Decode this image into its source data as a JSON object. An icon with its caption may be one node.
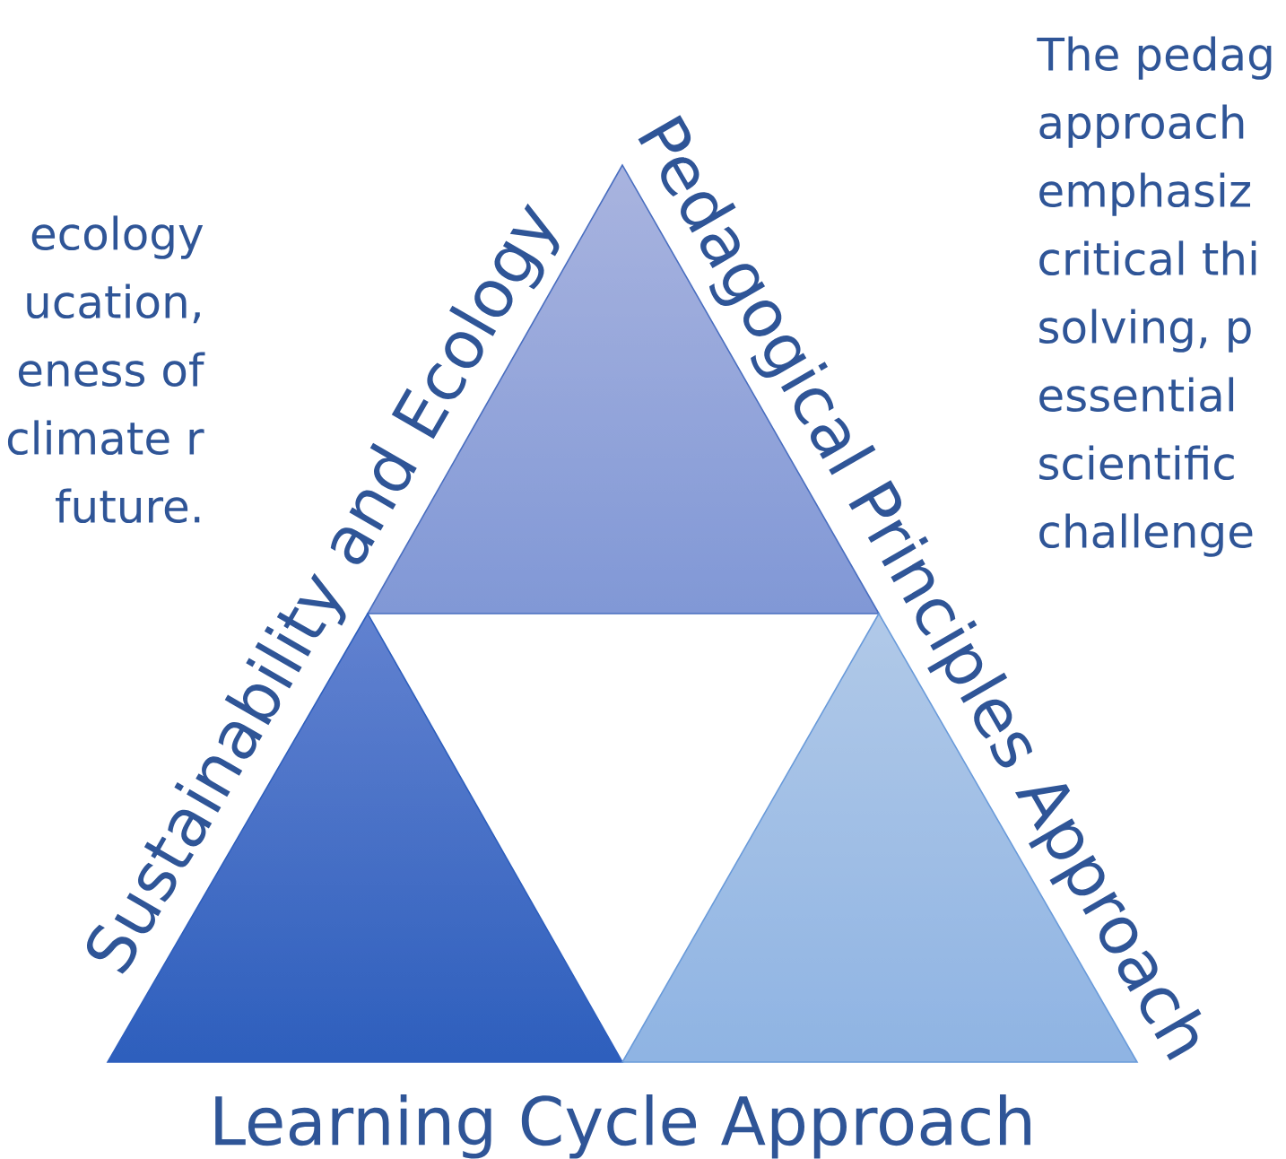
{
  "diagram": {
    "nodes": [
      {
        "text": [],
        "shape": "triangle"
      },
      {
        "text": [],
        "shape": "triangle"
      },
      {
        "text": [],
        "shape": "triangle"
      }
    ],
    "labels": [
      "ecology ucation, eness of climate r future.",
      "The pedag approach emphasiz critical thi solving, p essential scientific challenge",
      "Sustainability and Ecology",
      "Pedagogical Principles Approach",
      "Learning Cycle Approach"
    ]
  }
}
